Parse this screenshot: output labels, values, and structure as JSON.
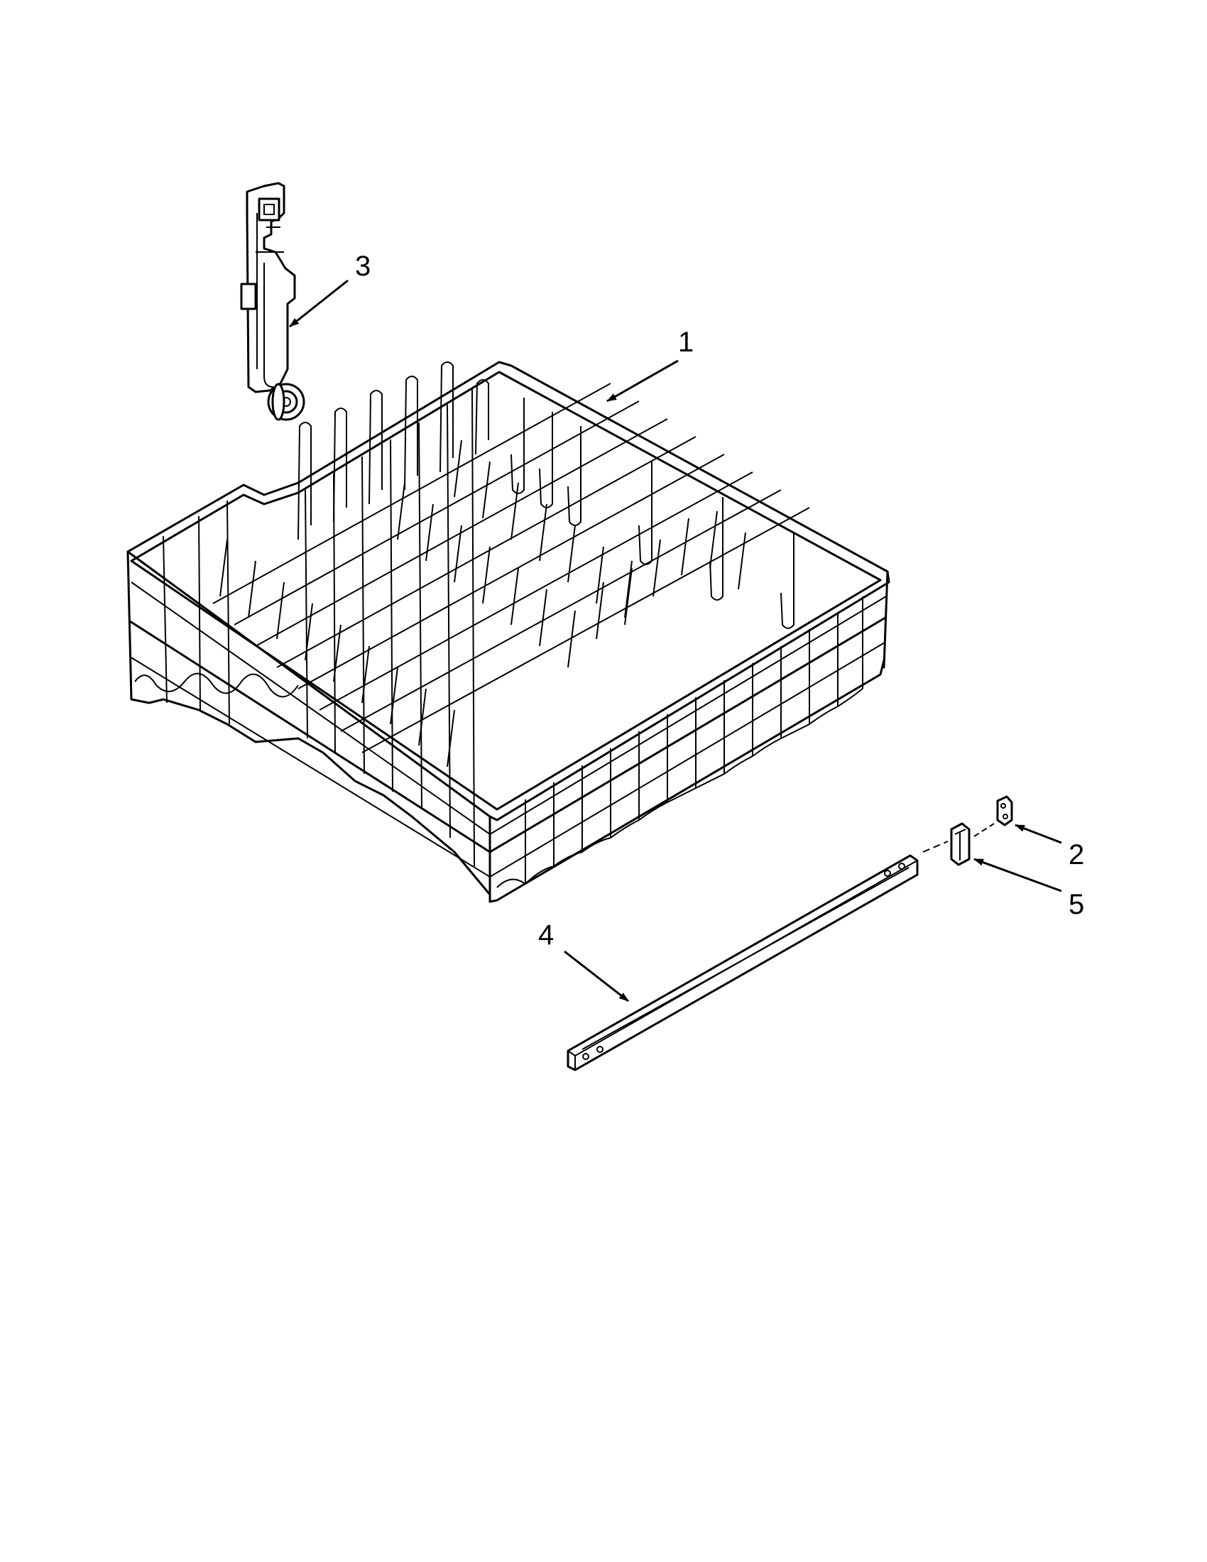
{
  "callouts": [
    {
      "id": "1",
      "label": "1",
      "part": "upper-dishrack"
    },
    {
      "id": "2",
      "label": "2",
      "part": "rack-stop-clip"
    },
    {
      "id": "3",
      "label": "3",
      "part": "rack-adjuster-with-wheel"
    },
    {
      "id": "4",
      "label": "4",
      "part": "rack-rail"
    },
    {
      "id": "5",
      "label": "5",
      "part": "rail-end-cap"
    }
  ],
  "colors": {
    "line": "#000000",
    "background": "#ffffff"
  }
}
